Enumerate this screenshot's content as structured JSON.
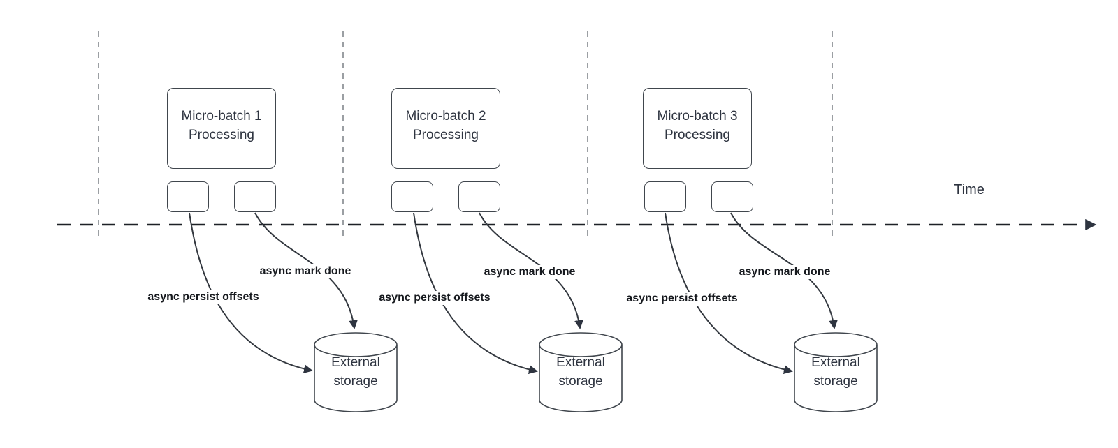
{
  "timeline": {
    "label": "Time"
  },
  "groups": [
    {
      "box_label": "Micro-batch 1\nProcessing",
      "persist_label": "async persist offsets",
      "done_label": "async mark done",
      "storage_label": "External\nstorage"
    },
    {
      "box_label": "Micro-batch 2\nProcessing",
      "persist_label": "async persist offsets",
      "done_label": "async mark done",
      "storage_label": "External\nstorage"
    },
    {
      "box_label": "Micro-batch 3\nProcessing",
      "persist_label": "async persist offsets",
      "done_label": "async mark done",
      "storage_label": "External\nstorage"
    }
  ],
  "colors": {
    "background": "#ffffff",
    "shape_stroke": "#40464d",
    "connector_stroke": "#33383f",
    "timeline_stroke": "#1d2126",
    "guide_stroke": "#9b9fa3",
    "box_text": "#2e3440",
    "label_text": "#16191e"
  }
}
